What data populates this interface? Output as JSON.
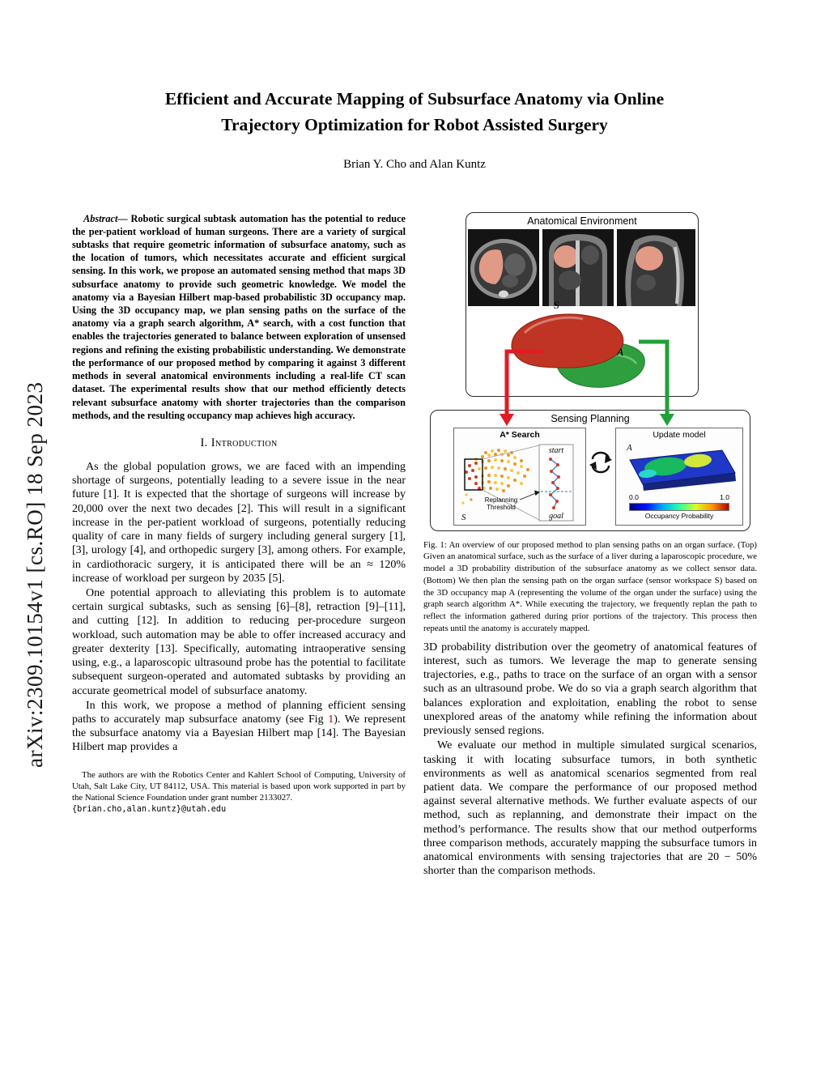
{
  "page": {
    "arxiv_label": "arXiv:2309.10154v1  [cs.RO]  18 Sep 2023",
    "title_line1": "Efficient and Accurate Mapping of Subsurface Anatomy via Online",
    "title_line2": "Trajectory Optimization for Robot Assisted Surgery",
    "authors": "Brian Y. Cho and Alan Kuntz"
  },
  "abstract": {
    "label": "Abstract—",
    "text": "Robotic surgical subtask automation has the potential to reduce the per-patient workload of human surgeons. There are a variety of surgical subtasks that require geometric information of subsurface anatomy, such as the location of tumors, which necessitates accurate and efficient surgical sensing. In this work, we propose an automated sensing method that maps 3D subsurface anatomy to provide such geometric knowledge. We model the anatomy via a Bayesian Hilbert map-based probabilistic 3D occupancy map. Using the 3D occupancy map, we plan sensing paths on the surface of the anatomy via a graph search algorithm, A* search, with a cost function that enables the trajectories generated to balance between exploration of unsensed regions and refining the existing probabilistic understanding. We demonstrate the performance of our proposed method by comparing it against 3 different methods in several anatomical environments including a real-life CT scan dataset. The experimental results show that our method efficiently detects relevant subsurface anatomy with shorter trajectories than the comparison methods, and the resulting occupancy map achieves high accuracy."
  },
  "introduction": {
    "heading": "I. Introduction",
    "para1": "As the global population grows, we are faced with an impending shortage of surgeons, potentially leading to a severe issue in the near future [1]. It is expected that the shortage of surgeons will increase by 20,000 over the next two decades [2]. This will result in a significant increase in the per-patient workload of surgeons, potentially reducing quality of care in many fields of surgery including general surgery [1], [3], urology [4], and orthopedic surgery [3], among others. For example, in cardiothoracic surgery, it is anticipated there will be an ≈ 120% increase of workload per surgeon by 2035 [5].",
    "para2": "One potential approach to alleviating this problem is to automate certain surgical subtasks, such as sensing [6]–[8], retraction [9]–[11], and cutting [12]. In addition to reducing per-procedure surgeon workload, such automation may be able to offer increased accuracy and greater dexterity [13]. Specifically, automating intraoperative sensing using, e.g., a laparoscopic ultrasound probe has the potential to facilitate subsequent surgeon-operated and automated subtasks by providing an accurate geometrical model of subsurface anatomy.",
    "para3_pre": "In this work, we propose a method of planning efficient sensing paths to accurately map subsurface anatomy (see Fig ",
    "para3_ref": "1",
    "para3_post": "). We represent the subsurface anatomy via a Bayesian Hilbert map [14]. The Bayesian Hilbert map provides a"
  },
  "footnote": {
    "text": "The authors are with the Robotics Center and Kahlert School of Computing, University of Utah, Salt Lake City, UT 84112, USA. This material is based upon work supported in part by the National Science Foundation under grant number 2133027.",
    "email": "{brian.cho,alan.kuntz}@utah.edu"
  },
  "figure": {
    "anatomical_title": "Anatomical Environment",
    "sensing_title": "Sensing Planning",
    "astar_title": "A* Search",
    "update_title": "Update model",
    "start_label": "start",
    "goal_label": "goal",
    "replanning_line1": "Replanning",
    "replanning_line2": "Threshold",
    "s_symbol": "S",
    "a_symbol": "A",
    "colorbar_min": "0.0",
    "colorbar_max": "1.0",
    "colorbar_label": "Occupancy Probability",
    "caption_tag": "Fig. 1:",
    "caption_text": "An overview of our proposed method to plan sensing paths on an organ surface. (Top) Given an anatomical surface, such as the surface of a liver during a laparoscopic procedure, we model a 3D probability distribution of the subsurface anatomy as we collect sensor data. (Bottom) We then plan the sensing path on the organ surface (sensor workspace S) based on the 3D occupancy map A (representing the volume of the organ under the surface) using the graph search algorithm A*. While executing the trajectory, we frequently replan the path to reflect the information gathered during prior portions of the trajectory. This process then repeats until the anatomy is accurately mapped."
  },
  "body_right": {
    "para1": "3D probability distribution over the geometry of anatomical features of interest, such as tumors. We leverage the map to generate sensing trajectories, e.g., paths to trace on the surface of an organ with a sensor such as an ultrasound probe. We do so via a graph search algorithm that balances exploration and exploitation, enabling the robot to sense unexplored areas of the anatomy while refining the information about previously sensed regions.",
    "para2": "We evaluate our method in multiple simulated surgical scenarios, tasking it with locating subsurface tumors, in both synthetic environments as well as anatomical scenarios segmented from real patient data. We compare the performance of our proposed method against several alternative methods. We further evaluate aspects of our method, such as replanning, and demonstrate their impact on the method’s performance. The results show that our method outperforms three comparison methods, accurately mapping the subsurface tumors in anatomical environments with sensing trajectories that are 20 − 50% shorter than the comparison methods."
  },
  "colors": {
    "link_red": "#b30000",
    "arrow_red": "#e01b24",
    "arrow_green": "#21a038",
    "liver_red": "#c03424",
    "liver_green": "#2f9e3f",
    "ct_tissue": "#e09a86"
  },
  "icons": {
    "cycle_arrows": "replan-cycle"
  }
}
